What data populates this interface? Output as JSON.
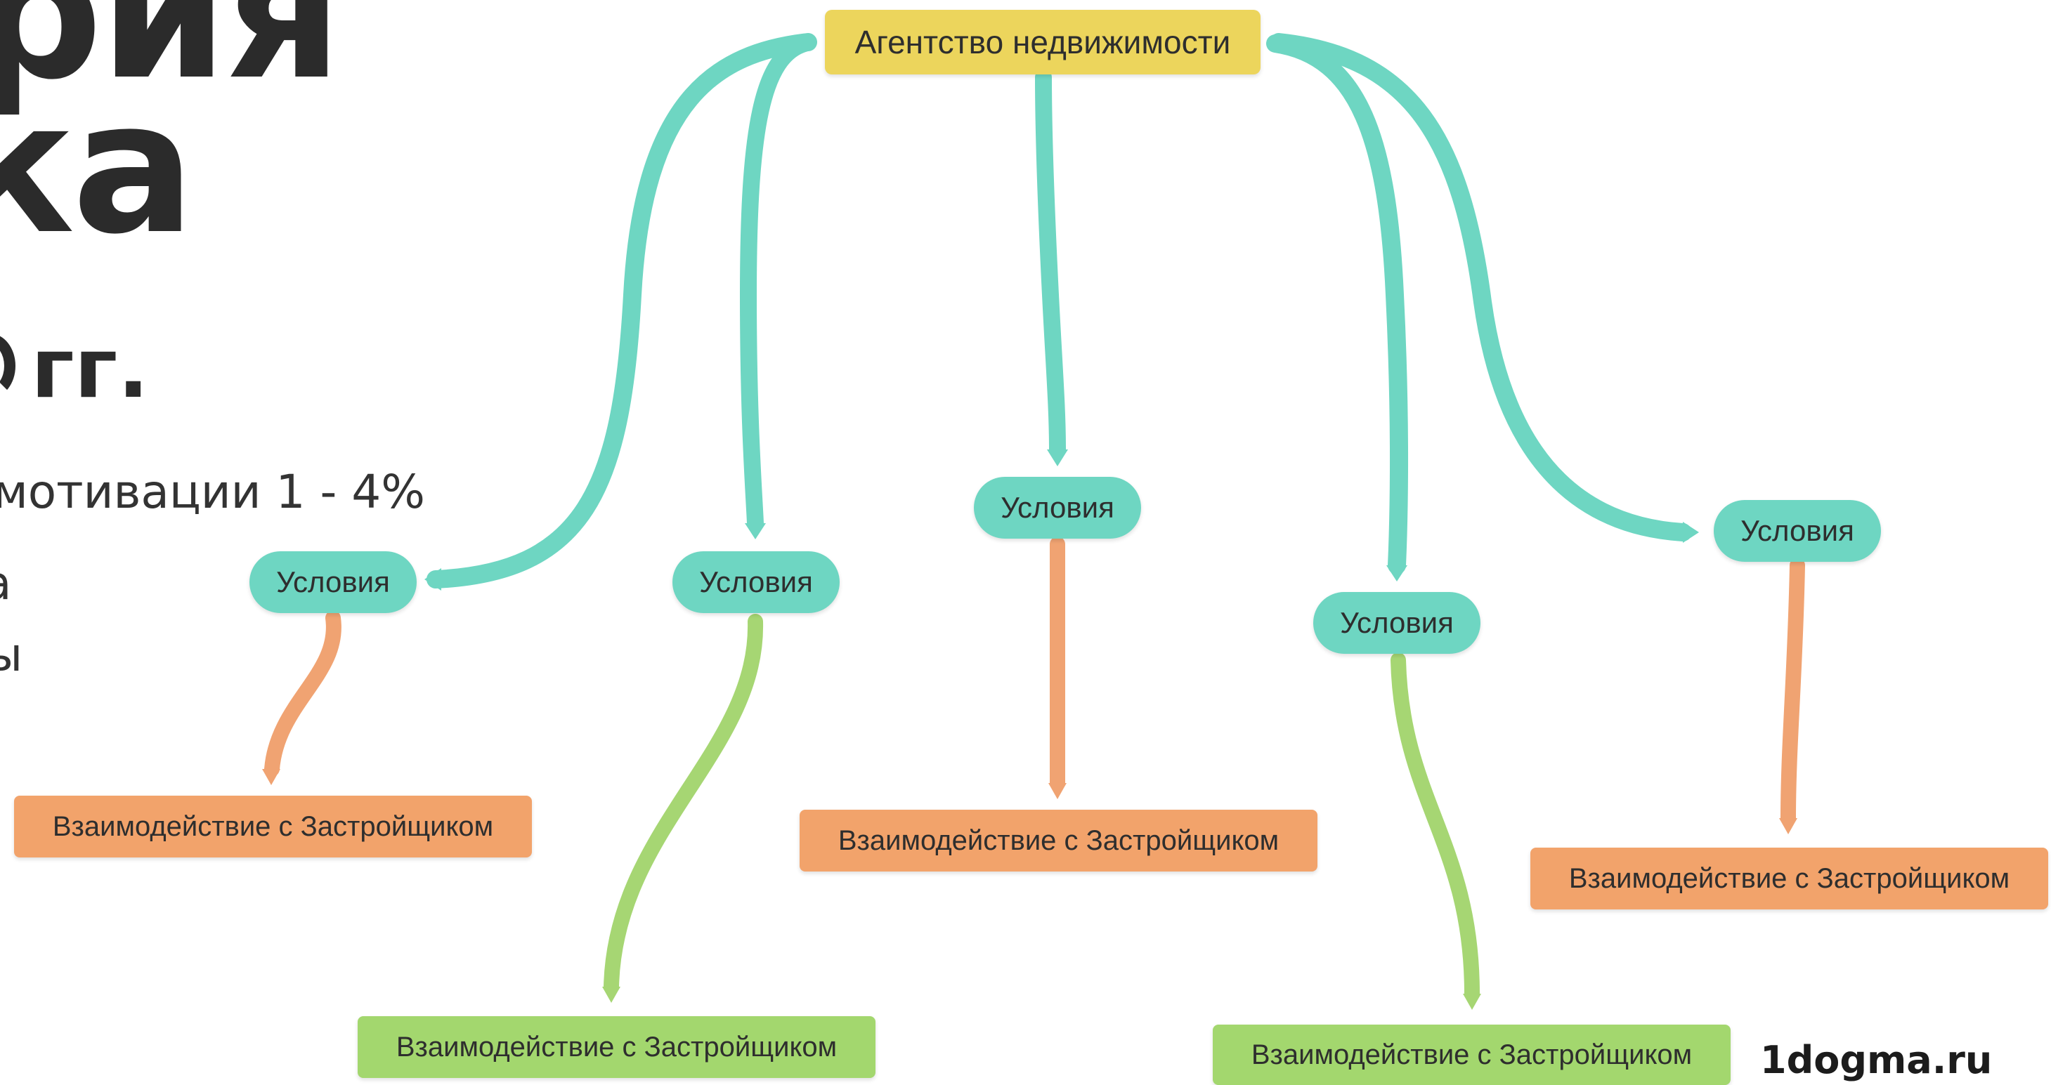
{
  "slide": {
    "heading_line_1": "рия",
    "heading_line_2": "ка",
    "subheading": "гг.",
    "body_line_1": "мотивации 1 - 4%",
    "body_line_2": "а",
    "body_line_3": "ы"
  },
  "diagram": {
    "root": {
      "label": "Агентство недвижимости",
      "color": "#ecd55c"
    },
    "branches": [
      {
        "condition": "Условия",
        "interaction": "Взаимодействие с Застройщиком",
        "interaction_color": "#f2a36b"
      },
      {
        "condition": "Условия",
        "interaction": "Взаимодействие с Застройщиком",
        "interaction_color": "#a3d76e"
      },
      {
        "condition": "Условия",
        "interaction": "Взаимодействие с Застройщиком",
        "interaction_color": "#f2a36b"
      },
      {
        "condition": "Условия",
        "interaction": "Взаимодействие с Застройщиком",
        "interaction_color": "#a3d76e"
      },
      {
        "condition": "Условия",
        "interaction": "Взаимодействие с Застройщиком",
        "interaction_color": "#f2a36b"
      }
    ],
    "colors": {
      "condition": "#6ed6c2",
      "root_connector": "#6ed6c2",
      "orange_connector": "#f0a372",
      "green_connector": "#a6d673"
    }
  },
  "watermark": "1dogma.ru"
}
